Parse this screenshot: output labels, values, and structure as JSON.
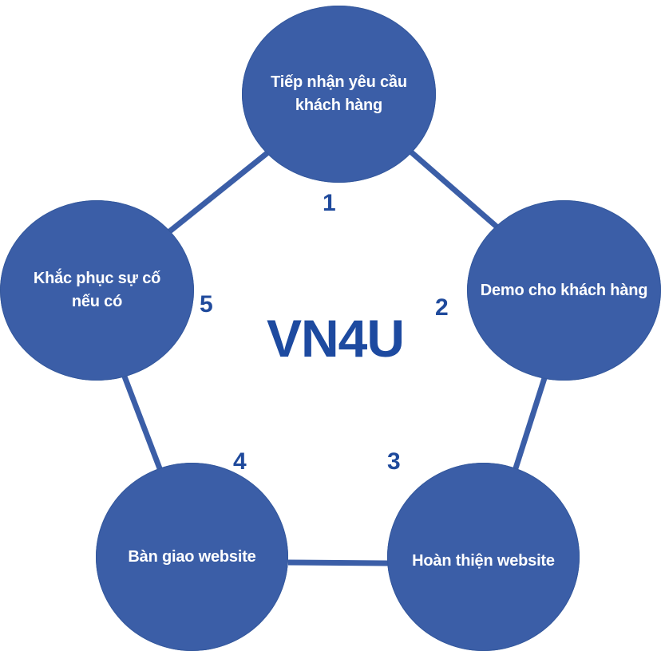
{
  "diagram": {
    "center_title": "VN4U",
    "steps": [
      {
        "number": "1",
        "label": "Tiếp nhận yêu cầu\nkhách hàng"
      },
      {
        "number": "2",
        "label": "Demo cho khách hàng"
      },
      {
        "number": "3",
        "label": "Hoàn thiện website"
      },
      {
        "number": "4",
        "label": "Bàn giao website"
      },
      {
        "number": "5",
        "label": "Khắc phục sự cố\nnếu có"
      }
    ],
    "colors": {
      "node_fill": "#3b5ea7",
      "connector": "#3b5ea7",
      "accent_text": "#1d4aa0",
      "node_text": "#ffffff"
    }
  }
}
